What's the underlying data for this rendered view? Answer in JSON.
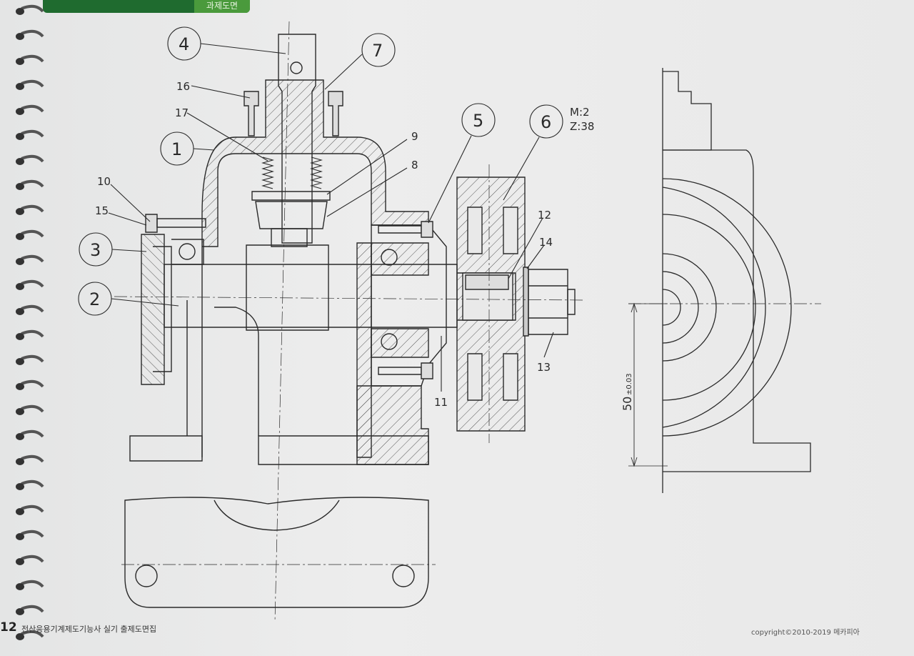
{
  "header": {
    "tab_label": "과제도면"
  },
  "callouts": [
    "4",
    "7",
    "16",
    "17",
    "1",
    "9",
    "8",
    "10",
    "15",
    "3",
    "2",
    "5",
    "6",
    "12",
    "14",
    "13",
    "11"
  ],
  "gear_spec": {
    "module": "M:2",
    "teeth": "Z:38"
  },
  "dimension": {
    "value": "50",
    "tolerance": "±0.03"
  },
  "footer": {
    "page_number": "12",
    "book_title": "전산응용기계제도기능사 실기 출제도면집",
    "copyright": "copyright©2010-2019 메카피아"
  }
}
